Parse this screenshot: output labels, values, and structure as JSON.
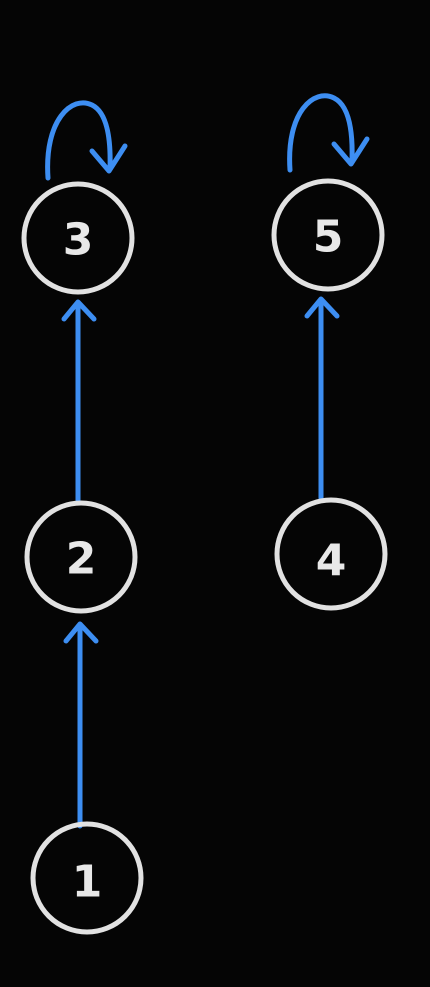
{
  "graph": {
    "nodes": [
      {
        "id": "1",
        "label": "1"
      },
      {
        "id": "2",
        "label": "2"
      },
      {
        "id": "3",
        "label": "3"
      },
      {
        "id": "4",
        "label": "4"
      },
      {
        "id": "5",
        "label": "5"
      }
    ],
    "edges": [
      {
        "from": "1",
        "to": "2"
      },
      {
        "from": "2",
        "to": "3"
      },
      {
        "from": "3",
        "to": "3"
      },
      {
        "from": "4",
        "to": "5"
      },
      {
        "from": "5",
        "to": "5"
      }
    ],
    "colors": {
      "background": "#050505",
      "node_stroke": "#e2e2e2",
      "node_text": "#e8e8e8",
      "edge": "#3d8ef2"
    }
  }
}
